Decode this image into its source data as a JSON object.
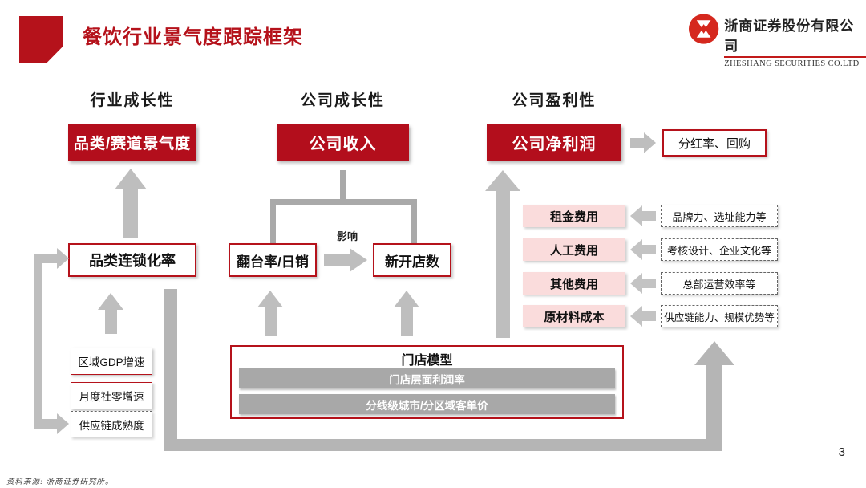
{
  "page": {
    "title": "餐饮行业景气度跟踪框架",
    "page_number": "3",
    "source_note": "资料来源: 浙商证券研究所。",
    "brand": {
      "name_cn": "浙商证券股份有限公司",
      "name_en": "ZHESHANG SECURITIES CO.LTD"
    }
  },
  "colors": {
    "accent_red": "#b5121b",
    "box_red": "#b30e1c",
    "pink": "#fadcdc",
    "connector_gray": "#bebebe",
    "bar_gray": "#a8a8a8"
  },
  "columns": [
    {
      "header": "行业成长性",
      "main_box": "品类/赛道景气度"
    },
    {
      "header": "公司成长性",
      "main_box": "公司收入"
    },
    {
      "header": "公司盈利性",
      "main_box": "公司净利润"
    }
  ],
  "nodes": {
    "dividend": "分红率、回购",
    "chain_rate": "品类连锁化率",
    "table_turnover": "翻台率/日销",
    "new_stores": "新开店数",
    "influence_label": "影响",
    "gdp": "区域GDP增速",
    "retail": "月度社零增速",
    "supply_chain": "供应链成熟度",
    "store_model": {
      "title": "门店模型",
      "bars": [
        "门店层面利润率",
        "分线级城市/分区域客单价"
      ]
    },
    "costs": [
      {
        "label": "租金费用",
        "driver": "品牌力、选址能力等"
      },
      {
        "label": "人工费用",
        "driver": "考核设计、企业文化等"
      },
      {
        "label": "其他费用",
        "driver": "总部运营效率等"
      },
      {
        "label": "原材料成本",
        "driver": "供应链能力、规模优势等"
      }
    ]
  }
}
